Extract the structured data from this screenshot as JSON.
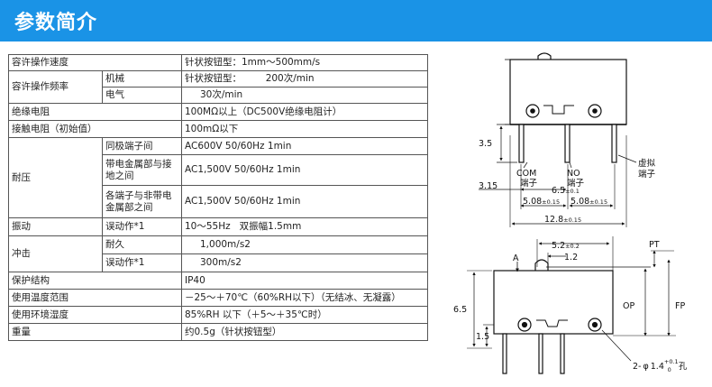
{
  "banner": {
    "title": "参数简介"
  },
  "specs": {
    "r1": {
      "label": "容许操作速度",
      "value": "针状按钮型：1mm～500mm/s"
    },
    "r2": {
      "label": "容许操作频率",
      "sub1": "机械",
      "val1": "针状按钮型：        200次/min",
      "sub2": "电气",
      "val2": "30次/min"
    },
    "r3": {
      "label": "绝缘电阻",
      "value": "100MΩ以上（DC500V绝缘电阻计）"
    },
    "r4": {
      "label": "接触电阻（初始值）",
      "value": "100mΩ以下"
    },
    "r5": {
      "label": "耐压",
      "sub1": "同极端子间",
      "val1": "AC600V 50/60Hz 1min",
      "sub2": "带电金属部与接地之间",
      "val2": "AC1,500V 50/60Hz 1min",
      "sub3": "各端子与非带电金属部之间",
      "val3": "AC1,500V 50/60Hz 1min"
    },
    "r6": {
      "label": "振动",
      "sub": "误动作*1",
      "value": "10～55Hz   双振幅1.5mm"
    },
    "r7": {
      "label": "冲击",
      "sub1": "耐久",
      "val1": "1,000m/s2",
      "sub2": "误动作*1",
      "val2": "300m/s2"
    },
    "r8": {
      "label": "保护结构",
      "value": "IP40"
    },
    "r9": {
      "label": "使用温度范围",
      "value": "－25～＋70℃（60%RH以下）（无结冰、无凝露）"
    },
    "r10": {
      "label": "使用环境湿度",
      "value": "85%RH 以下（＋5～＋35℃时）"
    },
    "r11": {
      "label": "重量",
      "value": "约0.5g（针状按钮型）"
    }
  },
  "diagram_top": {
    "dim_35": "3.5",
    "com_label": "COM",
    "com_sub": "端子",
    "no_label": "NO",
    "no_sub": "端子",
    "dummy_line1": "虚拟",
    "dummy_line2": "端子",
    "dim_315": "3.15",
    "dim_65": "6.5",
    "dim_65_tol": "±0.1",
    "dim_508a": "5.08",
    "dim_508a_tol": "±0.15",
    "dim_508b": "5.08",
    "dim_508b_tol": "±0.15",
    "dim_128": "12.8",
    "dim_128_tol": "±0.15"
  },
  "diagram_bottom": {
    "pt": "PT",
    "dim_52": "5.2",
    "dim_52_tol": "±0.2",
    "dim_12": "1.2",
    "a_label": "A",
    "dim_65": "6.5",
    "op": "OP",
    "fp": "FP",
    "dim_15": "1.5",
    "hole_prefix": "2-",
    "hole_phi": "φ",
    "hole_dia": "1.4",
    "hole_tol_top": "+0.1",
    "hole_tol_bot": "0",
    "hole_suffix": "孔"
  }
}
